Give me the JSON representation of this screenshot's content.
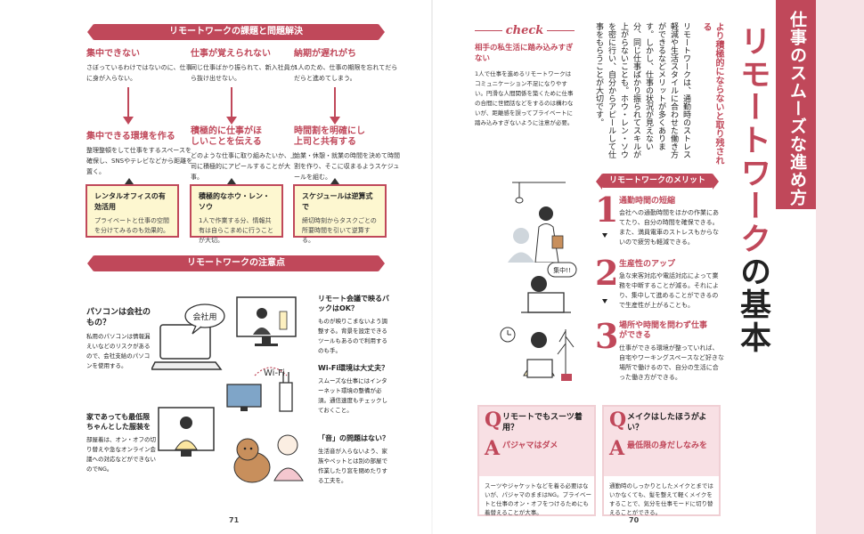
{
  "left": {
    "page_number": "71",
    "section1_title": "リモートワークの課題と問題解決",
    "problems": [
      {
        "title": "集中できない",
        "body": "さぼっているわけではないのに、仕事に身が入らない。",
        "solution_title": "集中できる環境を作る",
        "solution_body": "整理整頓をして仕事をするスペースを確保し、SNSやテレビなどから距離を置く。",
        "tip_title": "レンタルオフィスの有効活用",
        "tip_body": "プライベートと仕事の空間を分けてみるのも効果的。"
      },
      {
        "title": "仕事が覚えられない",
        "body": "同じ仕事ばかり振られて、新入社員から抜け出せない。",
        "solution_title": "積極的に仕事がほしいことを伝える",
        "solution_body": "どのような仕事に取り組みたいか、上司に積極的にアピールすることが大事。",
        "tip_title": "積極的なホウ・レン・ソウ",
        "tip_body": "1人で作業する分、情報共有は自らこまめに行うことが大切。"
      },
      {
        "title": "納期が遅れがち",
        "body": "1人のため、仕事の期限を忘れてだらだらと進めてしまう。",
        "solution_title": "時間割を明確にし上司と共有する",
        "solution_body": "始業・休憩・就業の時間を決めて時間割を作り、そこに収まるようスケジュールを組む。",
        "tip_title": "スケジュールは逆算式で",
        "tip_body": "締切時刻からタスクごとの所要時間を引いて逆算する。"
      }
    ],
    "section2_title": "リモートワークの注意点",
    "cautions": {
      "pc_title": "パソコンは会社のもの？",
      "pc_body": "私用のパソコンは情報漏えいなどのリスクがあるので、会社支給のパソコンを使用する。",
      "speech": "会社用",
      "clothes_title": "家であっても最低限ちゃんとした服装を",
      "clothes_body": "部屋着は、オン・オフの切り替えや急なオンライン会議への対応などができないのでNG。",
      "bg_title": "リモート会議で映るバックはOK？",
      "bg_body": "ものが映りこまないよう調整する。背景を設定できるツールもあるので利用するのも手。",
      "wifi_label": "Wi-Fi",
      "wifi_title": "Wi-Fi環境は大丈夫？",
      "wifi_body": "スムーズな仕事にはインターネット環境の整備が必須。通信速度もチェックしておくこと。",
      "sound_title": "「音」の問題はない？",
      "sound_body": "生活音が入らないよう、家族やペットとは別の部屋で作業したり窓を閉めたりする工夫を。"
    }
  },
  "right": {
    "page_number": "70",
    "sidebar": "仕事のスムーズな進め方",
    "title_a": "リモートワーク",
    "title_no": "の",
    "title_b": "基本",
    "lead_heading": "より積極的にならないと取り残される",
    "lead_body": "リモートワークは、通勤時のストレス軽減や生活スタイルに合わせた働き方ができるなどメリットが多くあります。しかし、仕事の状況が見えない分、同じ仕事ばかり振られてスキルが上がらないことも。ホウ・レン・ソウを密に行い、自分からアピールして仕事をもらうことが大切です。",
    "check_label": "check",
    "check_title": "相手の私生活に踏み込みすぎない",
    "check_body": "1人で仕事を進めるリモートワークはコミュニケーション不足になりやすい。円滑な人間関係を築くために仕事の合間に世間話などをするのは構わないが、距離感を誤ってプライベートに踏み込みすぎないように注意が必要。",
    "merits_title": "リモートワークのメリット",
    "merits": [
      {
        "num": "1",
        "title": "通勤時間の短縮",
        "body": "会社への通勤時間をほかの作業にあてたり、自分の時間を確保できる。また、満員電車のストレスもからないので疲労も軽減できる。"
      },
      {
        "num": "2",
        "title": "生産性のアップ",
        "body": "急な来客対応や電話対応によって業務を中断することが減る。それにより、集中して進めることができるので生産性が上がることも。"
      },
      {
        "num": "3",
        "title": "場所や時間を問わず仕事ができる",
        "body": "仕事ができる環境が整っていれば、自宅やワーキングスペースなど好きな場所で働けるので、自分の生活に合った働き方ができる。"
      }
    ],
    "concentrate_bubble": "集中!!",
    "qa": [
      {
        "q": "Q",
        "q_text": "リモートでもスーツ着用？",
        "a": "A",
        "a_text": "パジャマはダメ",
        "body": "スーツやジャケットなどを着る必要はないが、パジャマのままはNG。プライベートと仕事のオン・オフをつけるためにも着替えることが大事。"
      },
      {
        "q": "Q",
        "q_text": "メイクはしたほうがよい？",
        "a": "A",
        "a_text": "最低限の身だしなみを",
        "body": "通勤時のしっかりとしたメイクとまではいかなくても、髪を整えて軽くメイクをすることで、気分を仕事モードに切り替えることができる。"
      }
    ]
  },
  "colors": {
    "accent": "#c0485a",
    "note_bg": "#fdf7d0",
    "stripe": "#f6e3e6"
  }
}
